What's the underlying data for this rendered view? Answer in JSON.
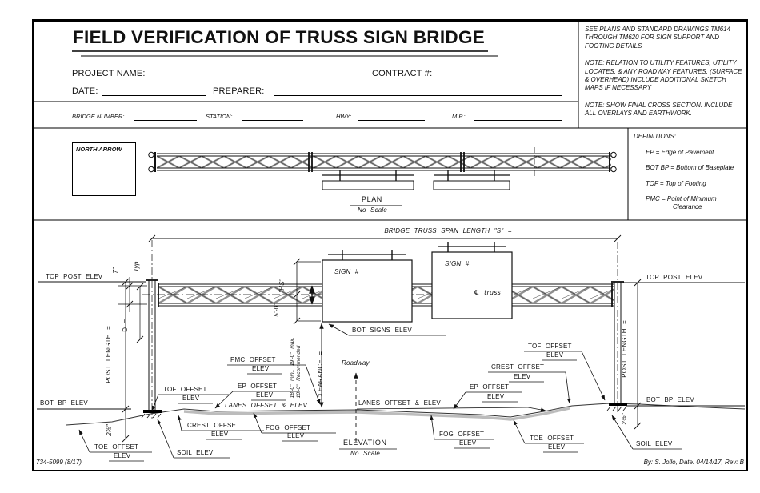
{
  "meta": {
    "form_number": "734-5099 (8/17)",
    "byline": "By: S. Jollo,  Date: 04/14/17,  Rev: B"
  },
  "header": {
    "title": "FIELD VERIFICATION OF TRUSS SIGN BRIDGE",
    "fields": {
      "project_name": "PROJECT NAME:",
      "contract": "CONTRACT #:",
      "date": "DATE:",
      "preparer": "PREPARER:",
      "bridge_number": "BRIDGE NUMBER:",
      "station": "STATION:",
      "hwy": "HWY:",
      "mp": "M.P.:"
    },
    "notes": [
      "SEE PLANS AND STANDARD DRAWINGS TM614 THROUGH TM620 FOR SIGN SUPPORT AND FOOTING DETAILS",
      "NOTE: RELATION TO UTILITY FEATURES, UTILITY LOCATES, & ANY ROADWAY FEATURES, (SURFACE & OVERHEAD) INCLUDE ADDITIONAL SKETCH MAPS IF NECESSARY",
      "NOTE: SHOW FINAL CROSS SECTION. INCLUDE ALL OVERLAYS AND EARTHWORK."
    ]
  },
  "plan": {
    "north_arrow": "NORTH ARROW",
    "title": "PLAN",
    "scale": "No Scale"
  },
  "definitions": {
    "title": "DEFINITIONS:",
    "items": [
      "EP = Edge of Pavement",
      "BOT BP = Bottom of Baseplate",
      "TOF = Top of Footing",
      "PMC = Point of Minimum Clearance"
    ]
  },
  "elevation": {
    "span_label": "BRIDGE TRUSS SPAN LENGTH \"S\" =",
    "title": "ELEVATION",
    "scale": "No Scale",
    "sign_label": "SIGN #",
    "truss_centerline": "℄ truss",
    "dims": {
      "typ": "Typ.",
      "seven": "7\"",
      "hs": "\"HS\"",
      "five_feet": "5'-0\"",
      "d": "D =",
      "post_length": "POST LENGTH =",
      "clearance": "CLEARANCE =",
      "clearance_note1": "18'-0\" min., 19'-0\" max.",
      "clearance_note2": "18'-6\" Recommended",
      "bp_offset": "2⅞\""
    },
    "labels": {
      "top_post": "TOP POST ELEV",
      "bot_bp": "BOT BP ELEV",
      "bot_signs": "BOT SIGNS ELEV",
      "roadway": "Roadway",
      "lanes": "LANES OFFSET & ELEV",
      "soil": "SOIL ELEV",
      "tof": "TOF OFFSET",
      "ep": "EP OFFSET",
      "pmc": "PMC OFFSET",
      "crest": "CREST OFFSET",
      "fog": "FOG OFFSET",
      "toe": "TOE OFFSET",
      "elev": "ELEV"
    }
  }
}
